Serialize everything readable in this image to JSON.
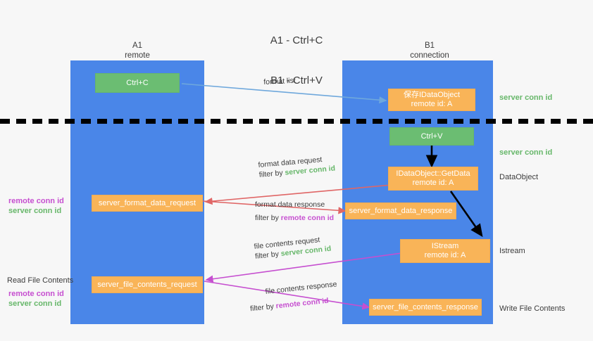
{
  "title": {
    "line1": "A1 - Ctrl+C",
    "line2": "B1 - Ctrl+V"
  },
  "colors": {
    "lane": "#4a86e8",
    "box_green": "#6bbd72",
    "box_orange": "#f9b458",
    "server_conn_id": "#67b76a",
    "remote_conn_id": "#c64fd0",
    "arrow_blue": "#6fa8dc",
    "arrow_red": "#e06666",
    "arrow_magenta": "#c64fd0",
    "arrow_black": "#000000",
    "background": "#f7f7f7"
  },
  "columns": [
    {
      "name": "A1",
      "sub": "remote"
    },
    {
      "name": "B1",
      "sub": "connection"
    }
  ],
  "boxes": {
    "ctrl_c": {
      "label": "Ctrl+C",
      "style": "green"
    },
    "save_dataobject": {
      "line1": "保存IDataObject",
      "line2": "remote id: A",
      "style": "orange"
    },
    "ctrl_v": {
      "label": "Ctrl+V",
      "style": "green"
    },
    "getdata": {
      "line1": "IDataObject::GetData",
      "line2": "remote id: A",
      "style": "orange"
    },
    "istream": {
      "line1": "IStream",
      "line2": "remote id: A",
      "style": "orange"
    },
    "server_format_data_request": {
      "label": "server_format_data_request",
      "style": "orange"
    },
    "server_format_data_response": {
      "label": "server_format_data_response",
      "style": "orange"
    },
    "server_file_contents_request": {
      "label": "server_file_contents_request",
      "style": "orange"
    },
    "server_file_contents_response": {
      "label": "server_file_contents_response",
      "style": "orange"
    }
  },
  "right_notes": {
    "server_conn_id_top": "server conn id",
    "server_conn_id_mid": "server conn id",
    "dataobject": "DataObject",
    "istream": "Istream",
    "write_file_contents": "Write File Contents"
  },
  "left_notes": {
    "format_remote": "remote conn id",
    "format_server": "server conn id",
    "read_file_contents": "Read File Contents",
    "file_remote": "remote conn id",
    "file_server": "server conn id"
  },
  "edges": {
    "format_list": {
      "label": "format list"
    },
    "format_data_request": {
      "line1": "format data request",
      "line2_prefix": "filter by ",
      "line2_key": "server conn id"
    },
    "format_data_response": {
      "line1": "format data response",
      "line2_prefix": "filter by ",
      "line2_key": "remote conn id"
    },
    "file_contents_request": {
      "line1": "file contents request",
      "line2_prefix": "filter by ",
      "line2_key": "server conn id"
    },
    "file_contents_response": {
      "line1": "file contents response",
      "line2_prefix": "filter by ",
      "line2_key": "remote conn id"
    }
  }
}
